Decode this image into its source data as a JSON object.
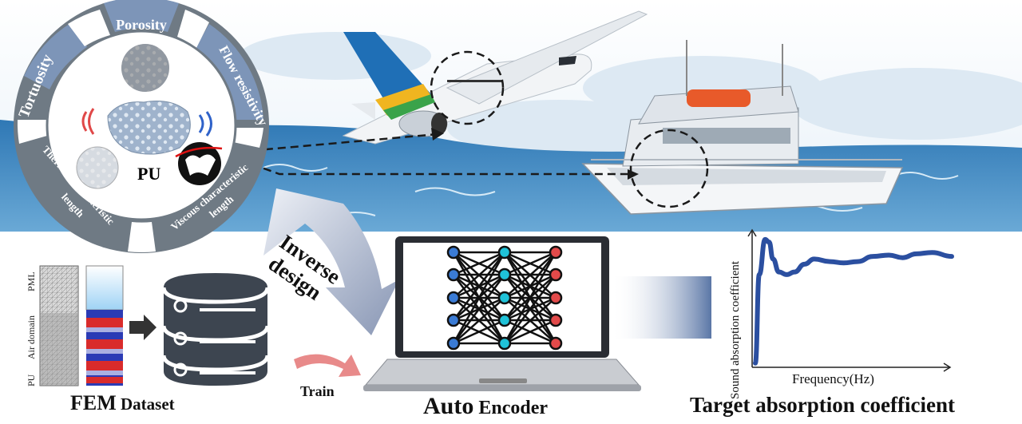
{
  "ring": {
    "porosity": "Porosity",
    "flow_resistivity": "Flow resistivity",
    "tortuosity": "Tortuosity",
    "thermal_length_line1": "Thermal characteristic",
    "thermal_length_line2": "length",
    "viscous_length_line1": "Viscous characteristic",
    "viscous_length_line2": "length",
    "center_label": "PU"
  },
  "fem": {
    "pml": "PML",
    "air_domain": "Air domain",
    "pu": "PU",
    "title_main": "FEM",
    "title_small": " Dataset"
  },
  "inverse_design": {
    "line1": "Inverse",
    "line2": "design"
  },
  "train_label": "Train",
  "autoencoder": {
    "title_main": "Auto",
    "title_small": " Encoder"
  },
  "target": {
    "title": "Target absorption coefficient"
  },
  "chart_data": {
    "type": "line",
    "xlabel": "Frequency(Hz)",
    "ylabel": "Sound absorption coefficient",
    "x": [
      0,
      0.02,
      0.05,
      0.07,
      0.09,
      0.12,
      0.16,
      0.2,
      0.25,
      0.3,
      0.38,
      0.45,
      0.52,
      0.6,
      0.68,
      0.75,
      0.82,
      0.9,
      1.0
    ],
    "y": [
      0.02,
      0.7,
      0.97,
      0.95,
      0.82,
      0.72,
      0.7,
      0.72,
      0.78,
      0.82,
      0.8,
      0.79,
      0.8,
      0.84,
      0.85,
      0.83,
      0.86,
      0.87,
      0.84
    ],
    "ylim": [
      0,
      1
    ],
    "xlim": [
      0,
      1
    ],
    "color": "#2b4fa0"
  },
  "colors": {
    "ring_grey": "#6f7a84",
    "ring_blue": "#7d95b8",
    "sea": "#3f80b8",
    "node_blue": "#3a7bd5",
    "node_cyan": "#1fc2d8",
    "node_red": "#e24a4a",
    "arrow_pink": "#e88a8a"
  }
}
